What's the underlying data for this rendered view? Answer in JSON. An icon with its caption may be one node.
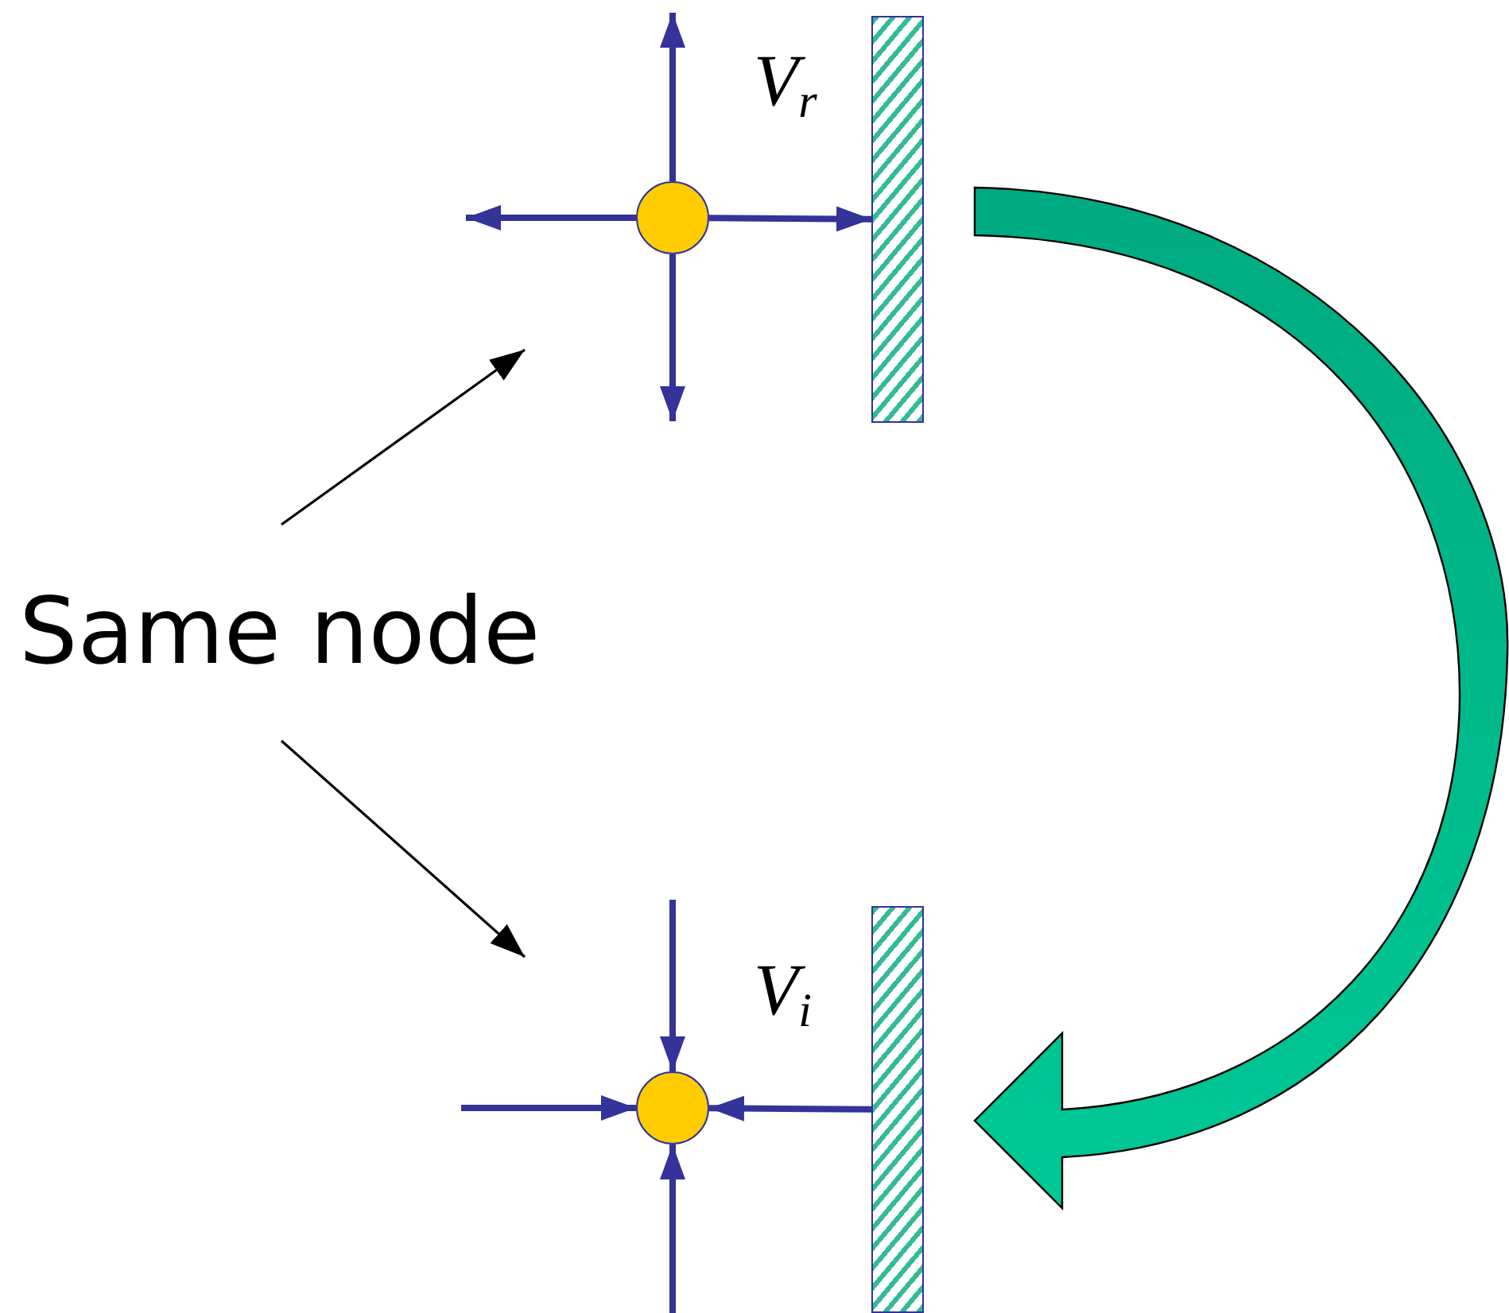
{
  "diagram": {
    "nodes": [
      {
        "text": [
          "Same node"
        ]
      },
      {
        "text": [],
        "shape": "circle"
      },
      {
        "text": [],
        "shape": "circle"
      },
      {
        "text": [],
        "shape": "bar"
      },
      {
        "text": [],
        "shape": "bar"
      }
    ],
    "edges": [
      {
        "from": 0,
        "to": null,
        "arrow": "to",
        "color": "#000000"
      },
      {
        "from": 0,
        "to": null,
        "arrow": "to",
        "color": "#000000"
      },
      {
        "from": 1,
        "to": null,
        "arrow": "to"
      },
      {
        "from": 1,
        "to": null,
        "arrow": "to"
      },
      {
        "from": 1,
        "to": null,
        "arrow": "to"
      },
      {
        "from": 1,
        "to": 3,
        "arrow": "to"
      },
      {
        "from": null,
        "to": 2,
        "arrow": "to"
      },
      {
        "from": null,
        "to": 2,
        "arrow": "to"
      },
      {
        "from": null,
        "to": 2,
        "arrow": "to"
      },
      {
        "from": 4,
        "to": 2,
        "arrow": "to"
      },
      {
        "from": 3,
        "to": 4,
        "arrow": "to",
        "style": "thick",
        "color": "#00c896"
      }
    ],
    "labels": [
      "V$_{r}$",
      "V$_{i}$"
    ]
  }
}
